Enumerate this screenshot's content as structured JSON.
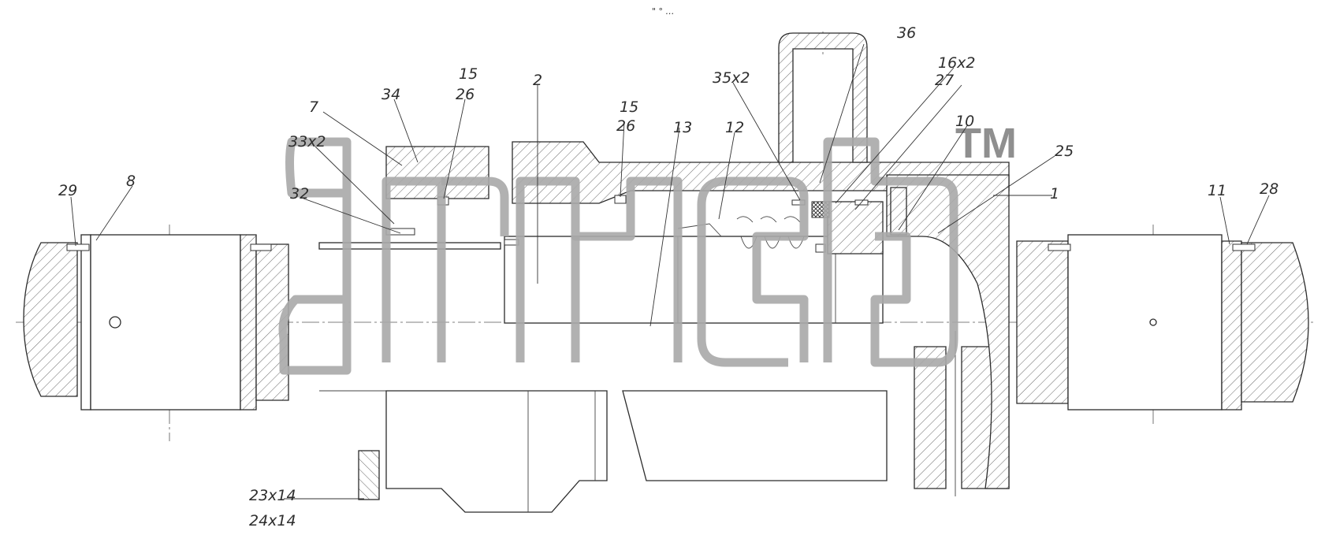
{
  "header": {
    "mark": "\" ° …"
  },
  "watermark": {
    "tm": "TM",
    "description_icon": "brand-watermark-icon"
  },
  "callouts": {
    "c36": "36",
    "c16x2": "16x2",
    "c27": "27",
    "c35x2": "35x2",
    "c2": "2",
    "c15a": "15",
    "c26a": "26",
    "c7": "7",
    "c34": "34",
    "c15b": "15",
    "c26b": "26",
    "c13": "13",
    "c12": "12",
    "c10": "10",
    "c25": "25",
    "c33x2": "33x2",
    "c32": "32",
    "c1": "1",
    "c29": "29",
    "c8": "8",
    "c11": "11",
    "c28": "28",
    "c23x14": "23x14",
    "c24x14": "24x14"
  }
}
